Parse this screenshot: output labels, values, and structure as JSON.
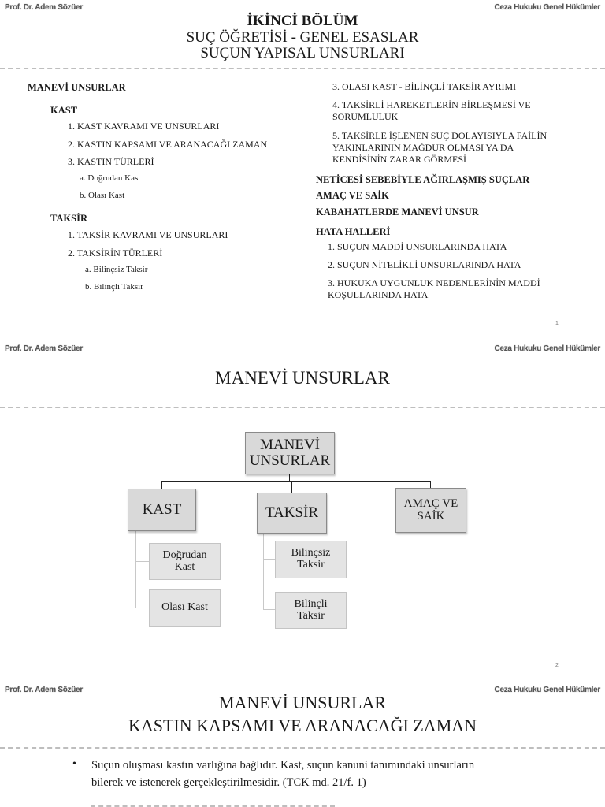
{
  "slides": [
    {
      "header_left": "Prof. Dr. Adem Sözüer",
      "header_right": "Ceza Hukuku Genel Hükümler",
      "title_lines": [
        "İKİNCİ BÖLÜM",
        "SUÇ ÖĞRETİSİ - GENEL ESASLAR",
        "SUÇUN YAPISAL UNSURLARI"
      ],
      "left_column": {
        "heading": "MANEVİ UNSURLAR",
        "kast": {
          "label": "KAST",
          "items": [
            "1. KAST KAVRAMI VE UNSURLARI",
            "2. KASTIN KAPSAMI VE ARANACAĞI ZAMAN",
            "3. KASTIN TÜRLERİ"
          ],
          "subitems": [
            "a. Doğrudan Kast",
            "b. Olası Kast"
          ]
        },
        "taksir": {
          "label": "TAKSİR",
          "items": [
            "1. TAKSİR KAVRAMI VE UNSURLARI",
            "2. TAKSİRİN TÜRLERİ"
          ],
          "subitems": [
            "a. Bilinçsiz Taksir",
            "b. Bilinçli Taksir"
          ]
        }
      },
      "right_column": {
        "items": [
          "3. OLASI KAST - BİLİNÇLİ TAKSİR AYRIMI",
          "4. TAKSİRLİ HAREKETLERİN BİRLEŞMESİ VE SORUMLULUK",
          "5. TAKSİRLE İŞLENEN SUÇ DOLAYISIYLA FAİLİN YAKINLARININ MAĞDUR OLMASI YA DA KENDİSİNİN ZARAR GÖRMESİ"
        ],
        "headings": [
          "NETİCESİ SEBEBİYLE AĞIRLAŞMIŞ SUÇLAR",
          "AMAÇ VE SAİK",
          "KABAHATLERDE MANEVİ UNSUR",
          "HATA HALLERİ"
        ],
        "hata_items": [
          "1.  SUÇUN MADDİ UNSURLARINDA HATA",
          "2.  SUÇUN NİTELİKLİ UNSURLARINDA HATA",
          "3.  HUKUKA UYGUNLUK NEDENLERİNİN MADDİ KOŞULLARINDA HATA"
        ]
      },
      "page_number": "1"
    },
    {
      "header_left": "Prof. Dr. Adem Sözüer",
      "header_right": "Ceza Hukuku Genel Hükümler",
      "title": "MANEVİ UNSURLAR",
      "diagram": {
        "root": [
          "MANEVİ",
          "UNSURLAR"
        ],
        "kast": "KAST",
        "taksir": "TAKSİR",
        "amac": [
          "AMAÇ VE",
          "SAİK"
        ],
        "kast_children": [
          [
            "Doğrudan",
            "Kast"
          ],
          [
            "Olası Kast"
          ]
        ],
        "taksir_children": [
          [
            "Bilinçsiz",
            "Taksir"
          ],
          [
            "Bilinçli",
            "Taksir"
          ]
        ]
      },
      "page_number": "2"
    },
    {
      "header_left": "Prof. Dr. Adem Sözüer",
      "header_right": "Ceza Hukuku Genel Hükümler",
      "title_lines": [
        "MANEVİ UNSURLAR",
        "KASTIN KAPSAMI VE ARANACAĞI ZAMAN"
      ],
      "bullet_icon": "•",
      "bullet_lines": [
        "Suçun oluşması kastın varlığına bağlıdır. Kast, suçun kanuni tanımındaki unsurların",
        "bilerek ve istenerek gerçekleştirilmesidir. (TCK md. 21/f. 1)"
      ]
    }
  ]
}
